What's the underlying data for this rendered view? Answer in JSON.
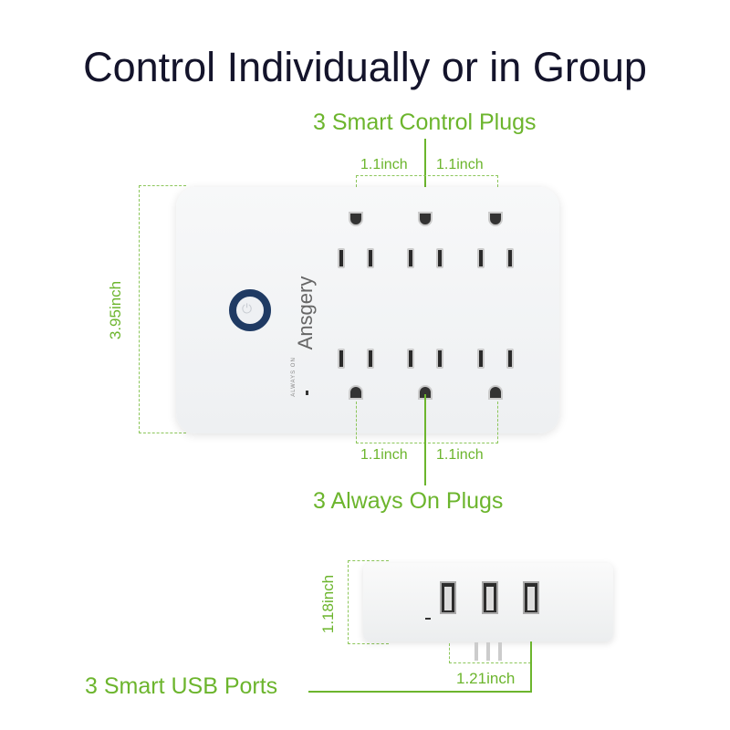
{
  "title": "Control Individually or in Group",
  "labels": {
    "smart_plugs": "3 Smart Control Plugs",
    "always_on": "3 Always On Plugs",
    "usb": "3 Smart USB Ports"
  },
  "dimensions": {
    "top_left": "1.1inch",
    "top_right": "1.1inch",
    "bottom_left": "1.1inch",
    "bottom_right": "1.1inch",
    "height": "3.95inch",
    "depth": "1.18inch",
    "usb_width": "1.21inch"
  },
  "device": {
    "brand": "Ansgery",
    "always_on_text": "ALWAYS ON",
    "power_icon": "power-icon"
  },
  "colors": {
    "accent": "#6cb52d",
    "title": "#14142b",
    "ring": "#1f3a63"
  }
}
